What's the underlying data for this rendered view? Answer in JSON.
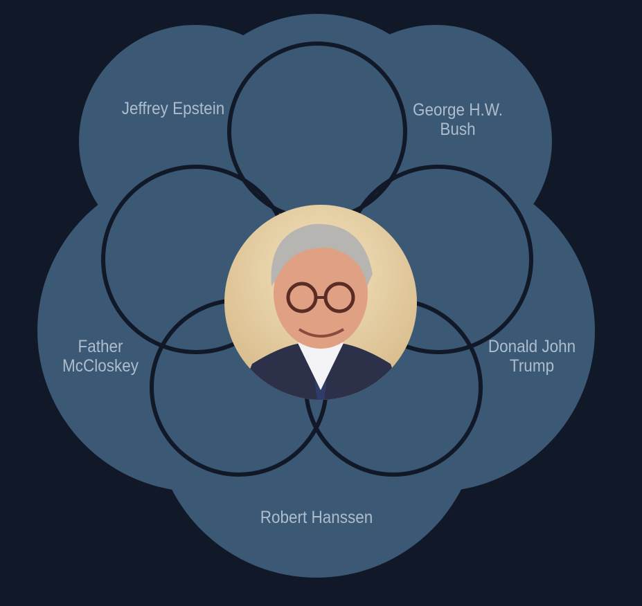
{
  "labels": {
    "top_left": "Jeffrey Epstein",
    "top_right": "George H.W.\nBush",
    "left": "Father\nMcCloskey",
    "right": "Donald John\nTrump",
    "bottom": "Robert Hanssen"
  },
  "colors": {
    "background": "#111827",
    "circle_fill": "#3b5874",
    "circle_outline": "#111827",
    "label_text": "#aebdcd"
  },
  "center_image": "portrait-photo"
}
